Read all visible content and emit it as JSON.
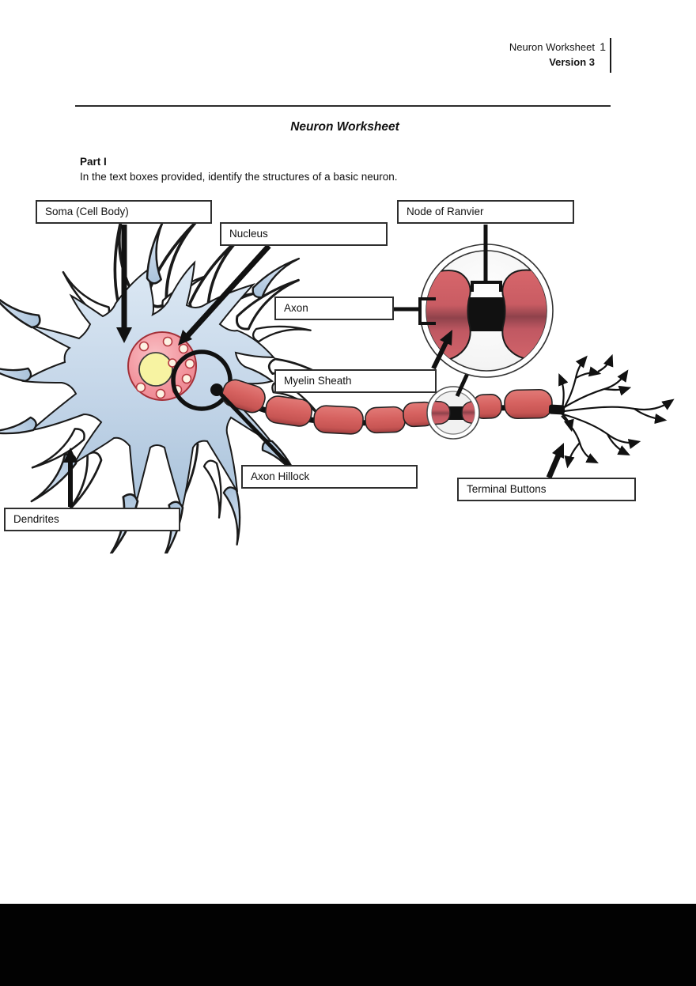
{
  "header": {
    "doc_title": "Neuron Worksheet",
    "version": "Version 3",
    "page_number": "1"
  },
  "title": "Neuron Worksheet",
  "part": {
    "heading": "Part I",
    "instruction": "In the text boxes provided, identify the structures of a basic neuron."
  },
  "labels": {
    "soma": "Soma (Cell Body)",
    "nucleus": "Nucleus",
    "node_of_ranvier": "Node of Ranvier",
    "axon": "Axon",
    "myelin_sheath": "Myelin Sheath",
    "axon_hillock": "Axon Hillock",
    "terminal_buttons": "Terminal Buttons",
    "dendrites": "Dendrites"
  },
  "colors": {
    "ink": "#111111",
    "soma_blue_light": "#d9e6f2",
    "soma_blue_dark": "#a9c2da",
    "nucleus_pink": "#f2929c",
    "nucleolus_yellow": "#f7f3a2",
    "axon_red": "#d66260",
    "axon_red_dark": "#a03e3f",
    "footer_black": "#020202"
  }
}
